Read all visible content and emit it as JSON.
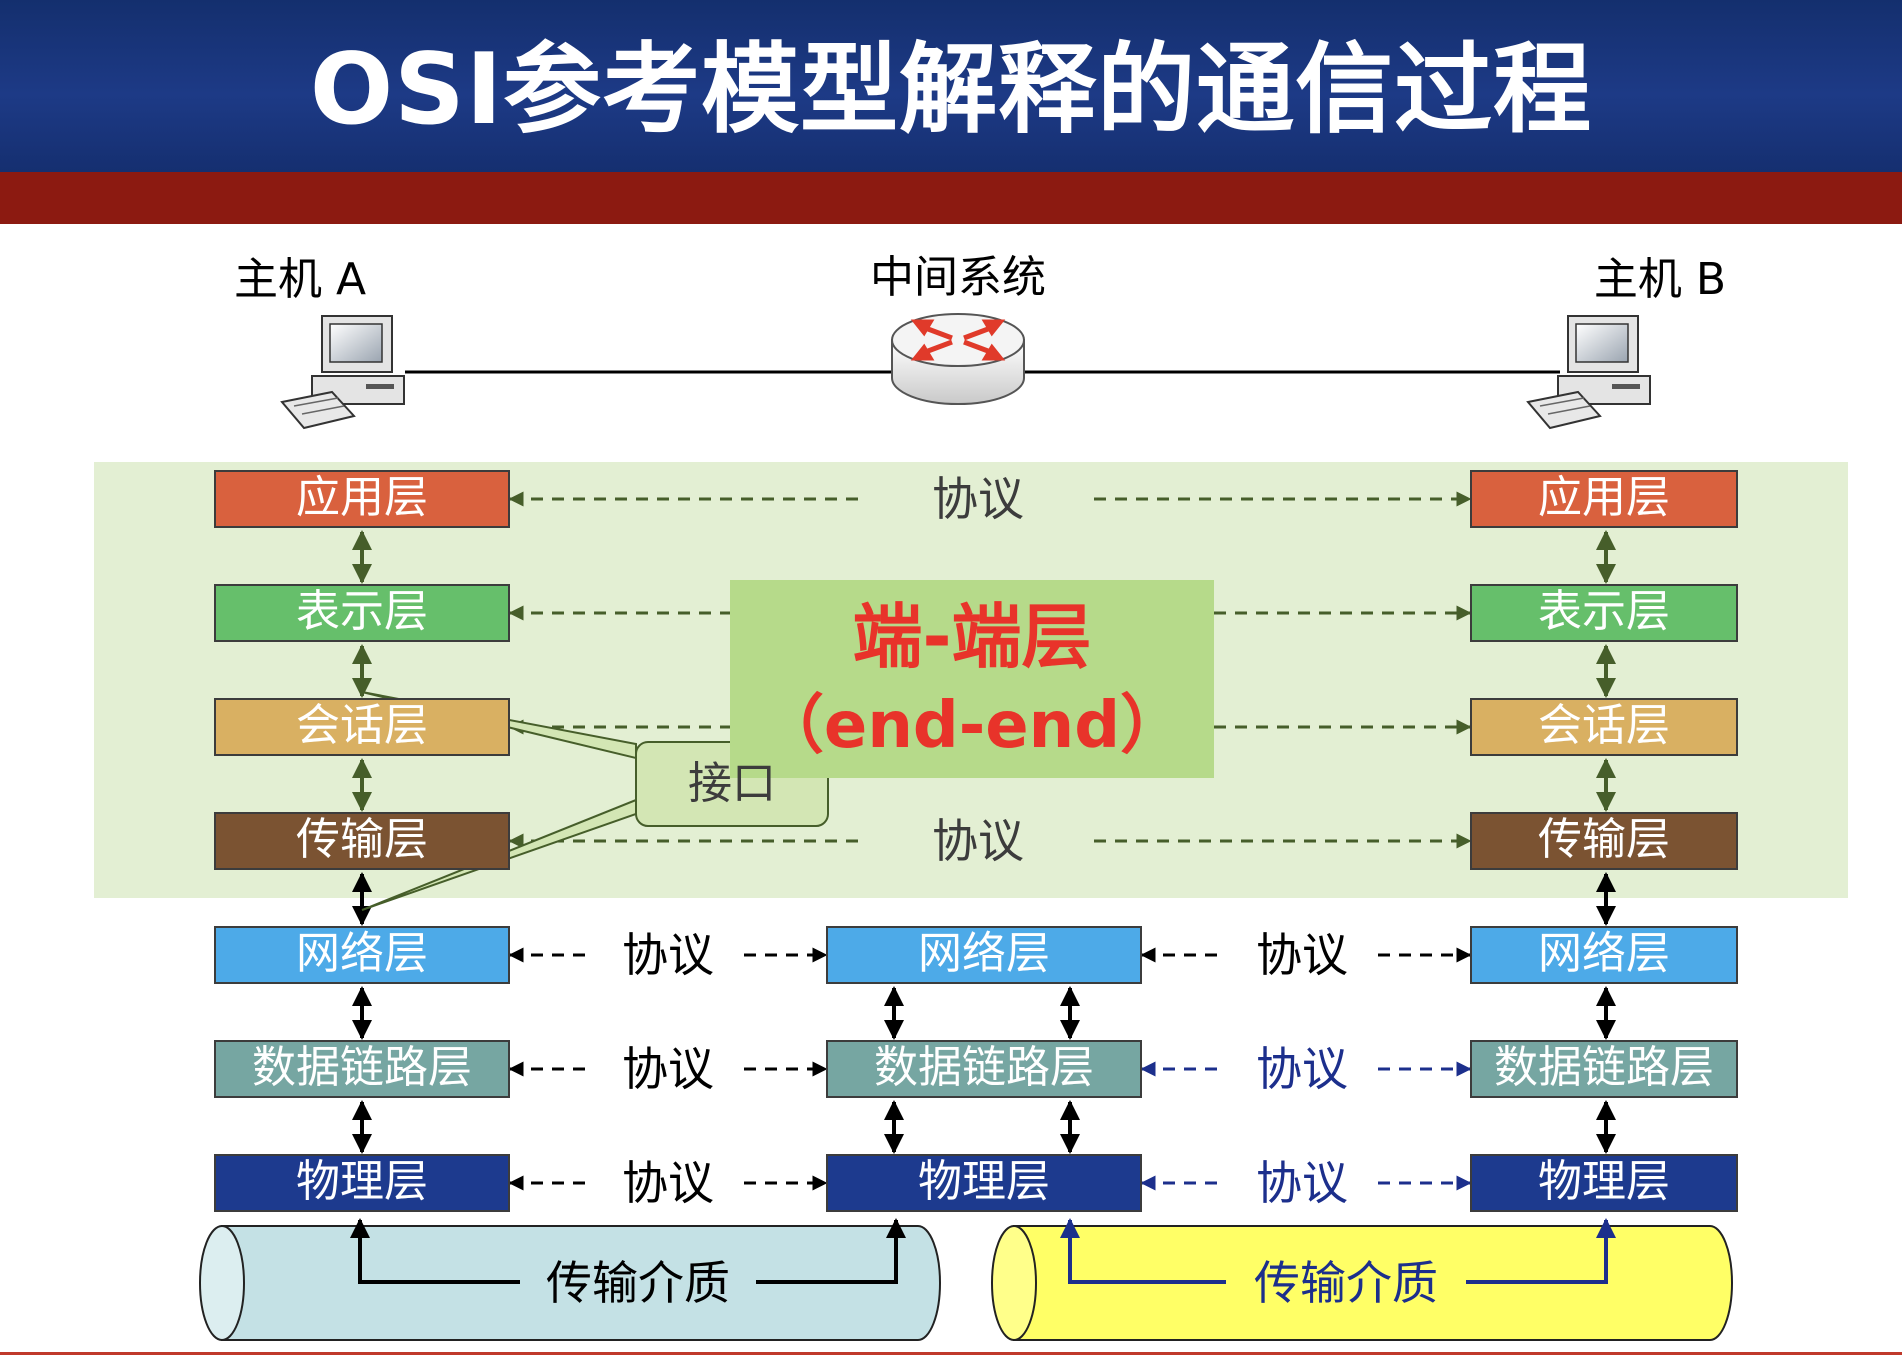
{
  "title": "OSI参考模型解释的通信过程",
  "hosts": {
    "a": "主机 A",
    "middle": "中间系统",
    "b": "主机 B"
  },
  "layers": {
    "application": "应用层",
    "presentation": "表示层",
    "session": "会话层",
    "transport": "传输层",
    "network": "网络层",
    "datalink": "数据链路层",
    "physical": "物理层"
  },
  "protocol": "协议",
  "interface_label": "接口",
  "end_end": {
    "title": "端-端层",
    "subtitle": "（end-end）"
  },
  "medium": "传输介质",
  "colors": {
    "title_bg": "#1a347a",
    "band": "#8c1a11",
    "application": "#d9613e",
    "presentation": "#66bf6b",
    "session": "#d9b062",
    "transport": "#7b5332",
    "network": "#4daae8",
    "datalink": "#76a6a2",
    "physical": "#1d3a8e",
    "end_end_bg": "#b6da8a",
    "end_end_text": "#e8332a",
    "region": "#e3efd3",
    "medium_left": "#c4e1e5",
    "medium_right": "#ffff66",
    "blue_arrow": "#1c2f8c"
  }
}
